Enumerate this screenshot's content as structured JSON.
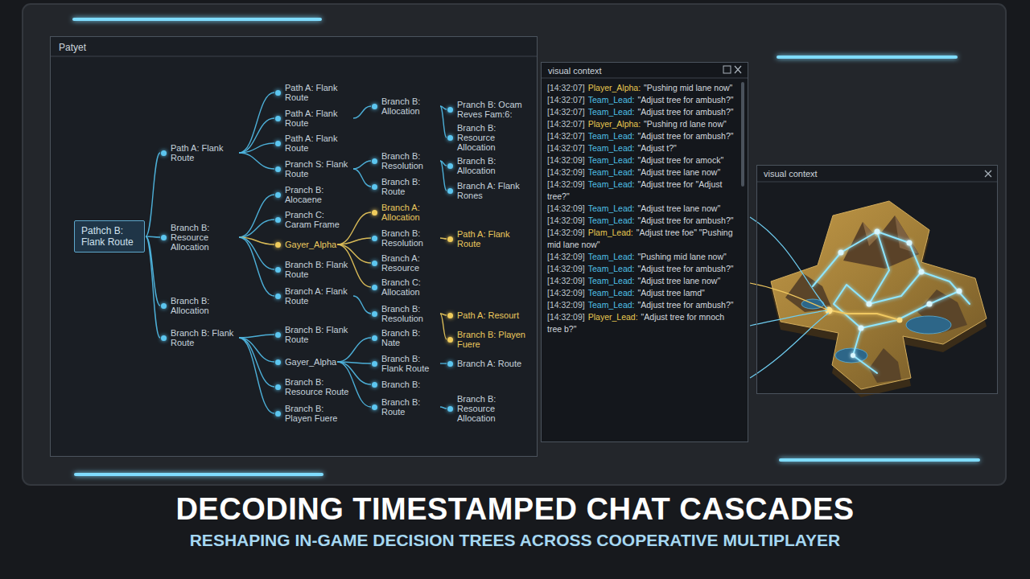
{
  "diagram": {
    "title": "DECODING TIMESTAMPED CHAT CASCADES",
    "caption": "RESHAPING IN-GAME DECISION TREES ACROSS COOPERATIVE MULTIPLAYER",
    "nodes": [
      {
        "text": [
          "Patyet"
        ]
      },
      {
        "text": [
          "Pathch B: Flank Route"
        ],
        "in": 0
      },
      {
        "text": [
          "Path A: Flank Route"
        ],
        "in": 0
      },
      {
        "text": [
          "Branch B: Resource Allocation"
        ],
        "in": 0
      },
      {
        "text": [
          "Branch B: Allocation"
        ],
        "in": 0
      },
      {
        "text": [
          "Branch B: Flank Route"
        ],
        "in": 0
      },
      {
        "text": [
          "Path A: Flank Route"
        ],
        "in": 0
      },
      {
        "text": [
          "Path A: Flank Route"
        ],
        "in": 0
      },
      {
        "text": [
          "Path A: Flank Route"
        ],
        "in": 0
      },
      {
        "text": [
          "Pranch S: Flank Route"
        ],
        "in": 0
      },
      {
        "text": [
          "Pranch B: Alocaene"
        ],
        "in": 0
      },
      {
        "text": [
          "Pranch C: Caram Frame"
        ],
        "in": 0
      },
      {
        "text": [
          "Gayer_Alpha"
        ],
        "in": 0
      },
      {
        "text": [
          "Branch B: Flank Route"
        ],
        "in": 0
      },
      {
        "text": [
          "Branch A: Flank Route"
        ],
        "in": 0
      },
      {
        "text": [
          "Branch B: Flank Route"
        ],
        "in": 0
      },
      {
        "text": [
          "Gayer_Alpha"
        ],
        "in": 0
      },
      {
        "text": [
          "Branch B: Resource Route"
        ],
        "in": 0
      },
      {
        "text": [
          "Branch B: Playen Fuere"
        ],
        "in": 0
      },
      {
        "text": [
          "Branch B: Allocation"
        ],
        "in": 0
      },
      {
        "text": [
          "Branch B: Resolution"
        ],
        "in": 0
      },
      {
        "text": [
          "Branch B: Route"
        ],
        "in": 0
      },
      {
        "text": [
          "Branch A: Allocation"
        ],
        "in": 0
      },
      {
        "text": [
          "Branch B: Resolution"
        ],
        "in": 0
      },
      {
        "text": [
          "Branch A: Resource"
        ],
        "in": 0
      },
      {
        "text": [
          "Branch C: Allocation"
        ],
        "in": 0
      },
      {
        "text": [
          "Branch B: Resolution"
        ],
        "in": 0
      },
      {
        "text": [
          "Branch B: Nate"
        ],
        "in": 0
      },
      {
        "text": [
          "Branch B: Flank Route"
        ],
        "in": 0
      },
      {
        "text": [
          "Branch B:"
        ],
        "in": 0
      },
      {
        "text": [
          "Branch B: Route"
        ],
        "in": 0
      },
      {
        "text": [
          "Pranch B: Ocam Reves Fam:6:"
        ],
        "in": 0
      },
      {
        "text": [
          "Branch B: Resource Allocation"
        ],
        "in": 0
      },
      {
        "text": [
          "Branch B: Allocation"
        ],
        "in": 0
      },
      {
        "text": [
          "Branch A: Flank Rones"
        ],
        "in": 0
      },
      {
        "text": [
          "Path A: Flank Route"
        ],
        "in": 0
      },
      {
        "text": [
          "Path A: Resourt"
        ],
        "in": 0
      },
      {
        "text": [
          "Branch B: Playen Fuere"
        ],
        "in": 0
      },
      {
        "text": [
          "Branch A: Route"
        ],
        "in": 0
      },
      {
        "text": [
          "Branch B: Resource Allocation"
        ],
        "in": 0
      },
      {
        "text": [
          "visual context"
        ]
      },
      {
        "text": [
          "visual context"
        ]
      }
    ],
    "edges": [
      {
        "from": 1,
        "to": 2,
        "arrow": "none"
      },
      {
        "from": 1,
        "to": 3,
        "arrow": "none"
      },
      {
        "from": 1,
        "to": 4,
        "arrow": "none"
      },
      {
        "from": 1,
        "to": 5,
        "arrow": "none"
      },
      {
        "from": 2,
        "to": 6,
        "arrow": "none"
      },
      {
        "from": 2,
        "to": 7,
        "arrow": "none"
      },
      {
        "from": 2,
        "to": 8,
        "arrow": "none"
      },
      {
        "from": 2,
        "to": 9,
        "arrow": "none"
      },
      {
        "from": 3,
        "to": 10,
        "arrow": "none"
      },
      {
        "from": 3,
        "to": 11,
        "arrow": "none"
      },
      {
        "from": 3,
        "to": 12,
        "arrow": "none"
      },
      {
        "from": 3,
        "to": 13,
        "arrow": "none"
      },
      {
        "from": 3,
        "to": 14,
        "arrow": "none"
      },
      {
        "from": 5,
        "to": 15,
        "arrow": "none"
      },
      {
        "from": 5,
        "to": 16,
        "arrow": "none"
      },
      {
        "from": 5,
        "to": 17,
        "arrow": "none"
      },
      {
        "from": 5,
        "to": 18,
        "arrow": "none"
      },
      {
        "from": 7,
        "to": 19,
        "arrow": "none"
      },
      {
        "from": 9,
        "to": 20,
        "arrow": "none"
      },
      {
        "from": 9,
        "to": 21,
        "arrow": "none"
      },
      {
        "from": 12,
        "to": 22,
        "arrow": "none"
      },
      {
        "from": 12,
        "to": 23,
        "arrow": "none"
      },
      {
        "from": 12,
        "to": 24,
        "arrow": "none"
      },
      {
        "from": 12,
        "to": 25,
        "arrow": "none"
      },
      {
        "from": 14,
        "to": 26,
        "arrow": "none"
      },
      {
        "from": 16,
        "to": 27,
        "arrow": "none"
      },
      {
        "from": 16,
        "to": 28,
        "arrow": "none"
      },
      {
        "from": 16,
        "to": 29,
        "arrow": "none"
      },
      {
        "from": 16,
        "to": 30,
        "arrow": "none"
      },
      {
        "from": 19,
        "to": 31,
        "arrow": "none"
      },
      {
        "from": 19,
        "to": 32,
        "arrow": "none"
      },
      {
        "from": 20,
        "to": 33,
        "arrow": "none"
      },
      {
        "from": 20,
        "to": 34,
        "arrow": "none"
      },
      {
        "from": 23,
        "to": 35,
        "arrow": "none"
      },
      {
        "from": 26,
        "to": 36,
        "arrow": "none"
      },
      {
        "from": 26,
        "to": 37,
        "arrow": "none"
      },
      {
        "from": 28,
        "to": 38,
        "arrow": "none"
      },
      {
        "from": 30,
        "to": 39,
        "arrow": "none"
      }
    ],
    "labels": [
      "[14:32:07]",
      "Player_Alpha:",
      "\"Pushing mid lane now\"",
      "[14:32:07]",
      "Team_Lead:",
      "\"Adjust tree for ambush?\"",
      "[14:32:07]",
      "Team_Lead:",
      "\"Adjust tree for ambush?\"",
      "[14:32:07]",
      "Player_Alpha:",
      "\"Pushing rd lane now\"",
      "[14:32:07]",
      "Team_Lead:",
      "\"Adjust tree for ambush?\"",
      "[14:32:07]",
      "Team_Lead:",
      "\"Adjust t?\"",
      "[14:32:09]",
      "Team_Lead:",
      "\"Adjust tree for amock\"",
      "[14:32:09]",
      "Team_Lead:",
      "\"Adjust tree lane now\"",
      "[14:32:09]",
      "Team_Lead:",
      "\"Adjust tree for \"Adjust tree?\"",
      "[14:32:09]",
      "Team_Lead:",
      "\"Adjust tree lane now\"",
      "[14:32:09]",
      "Team_Lead:",
      "\"Adjust tree for ambush?\"",
      "[14:32:09]",
      "Plam_Lead:",
      "\"Adjust tree foe\" \"Pushing mid lane now\"",
      "[14:32:09]",
      "Team_Lead:",
      "\"Pushing mid lane now\"",
      "[14:32:09]",
      "Team_Lead:",
      "\"Adjust tree for ambush?\"",
      "[14:32:09]",
      "Team_Lead:",
      "\"Adjust tree lane now\"",
      "[14:32:09]",
      "Team_Lead:",
      "\"Adjust tree lamd\"",
      "[14:32:09]",
      "Team_Lead:",
      "\"Adjust tree for ambush?\"",
      "[14:32:09]",
      "Player_Lead:",
      "\"Adjust tree for mnoch tree b?\""
    ]
  }
}
